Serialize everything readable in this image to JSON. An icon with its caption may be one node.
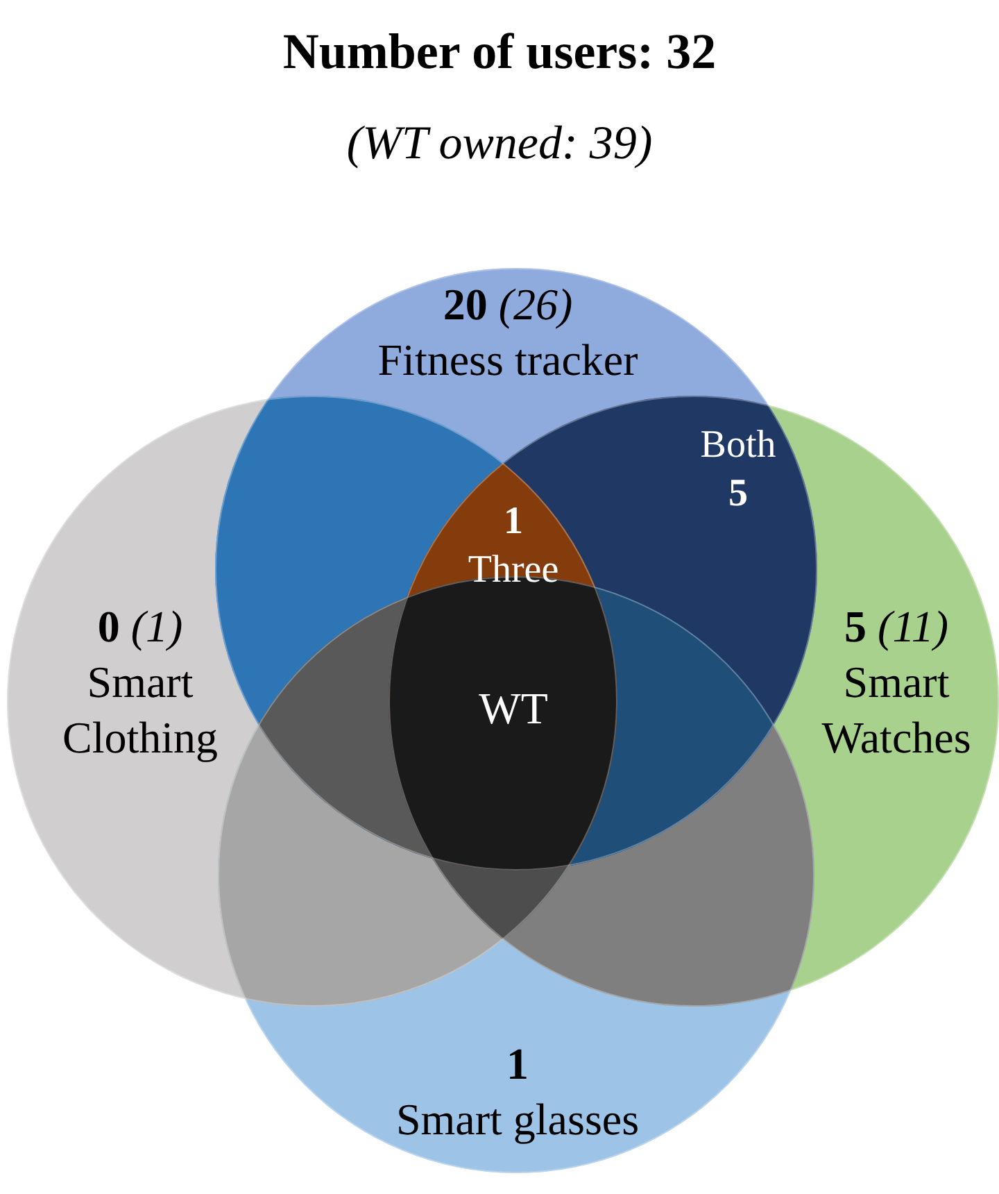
{
  "diagram": {
    "title": "Number of users: 32",
    "nodes": [
      {
        "text": [
          "**20** *(26)*",
          "Fitness tracker"
        ]
      },
      {
        "text": [
          "**0** *(1)*",
          "Smart Clothing"
        ]
      },
      {
        "text": [
          "**5** *(11)*",
          "Smart Watches"
        ]
      },
      {
        "text": [
          "**1**",
          "Smart glasses"
        ]
      },
      {
        "text": [
          "Both",
          "5"
        ]
      },
      {
        "text": [
          "1",
          "Three"
        ]
      },
      {
        "text": [
          "WT"
        ]
      }
    ],
    "labels": [
      "(WT owned: 39)"
    ]
  }
}
